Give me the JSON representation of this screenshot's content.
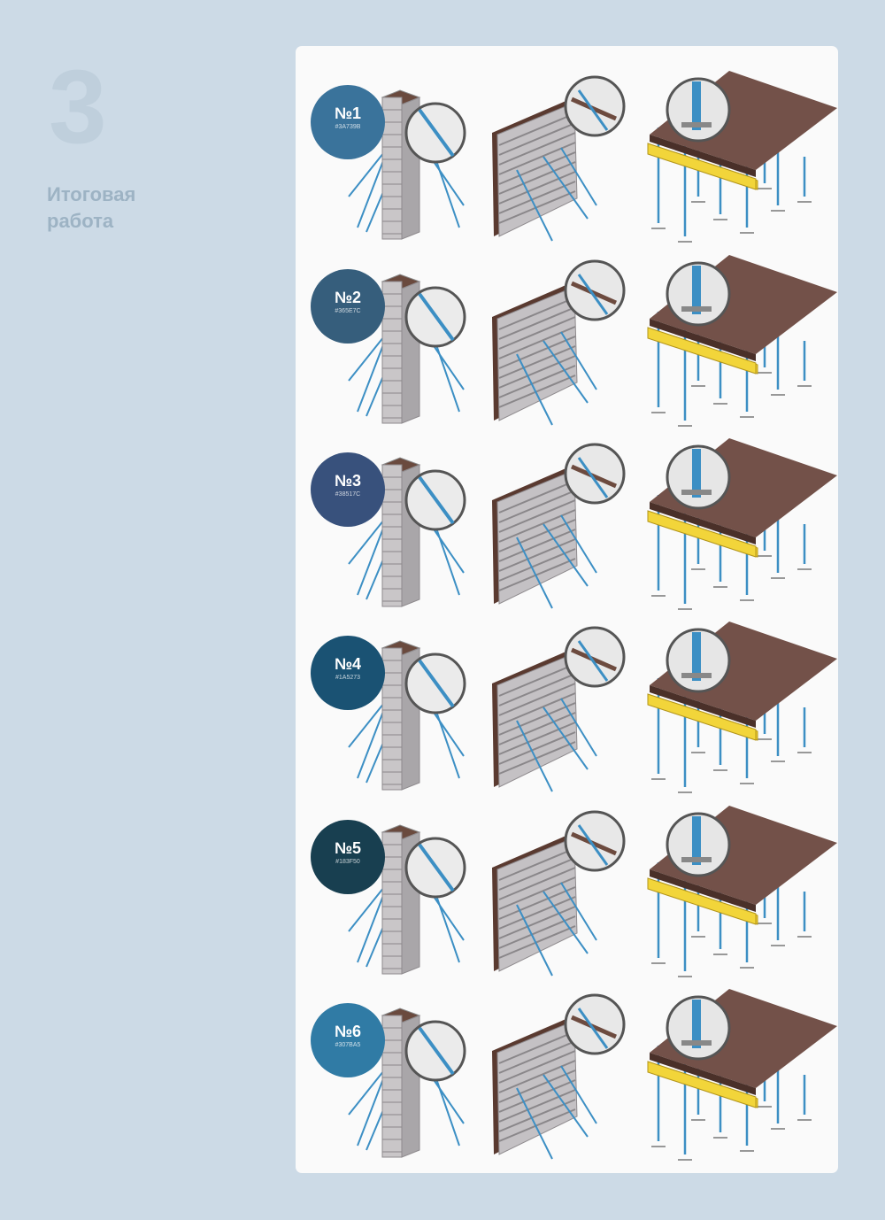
{
  "side": {
    "number": "3",
    "title": "Итоговая работа"
  },
  "variants": [
    {
      "label": "№1",
      "hex": "#3A739B",
      "color": "#3A739B"
    },
    {
      "label": "№2",
      "hex": "#365E7C",
      "color": "#365E7C"
    },
    {
      "label": "№3",
      "hex": "#38517C",
      "color": "#38517C"
    },
    {
      "label": "№4",
      "hex": "#1A5273",
      "color": "#1A5273"
    },
    {
      "label": "№5",
      "hex": "#183F50",
      "color": "#183F50"
    },
    {
      "label": "№6",
      "hex": "#307BA5",
      "color": "#307BA5"
    }
  ]
}
